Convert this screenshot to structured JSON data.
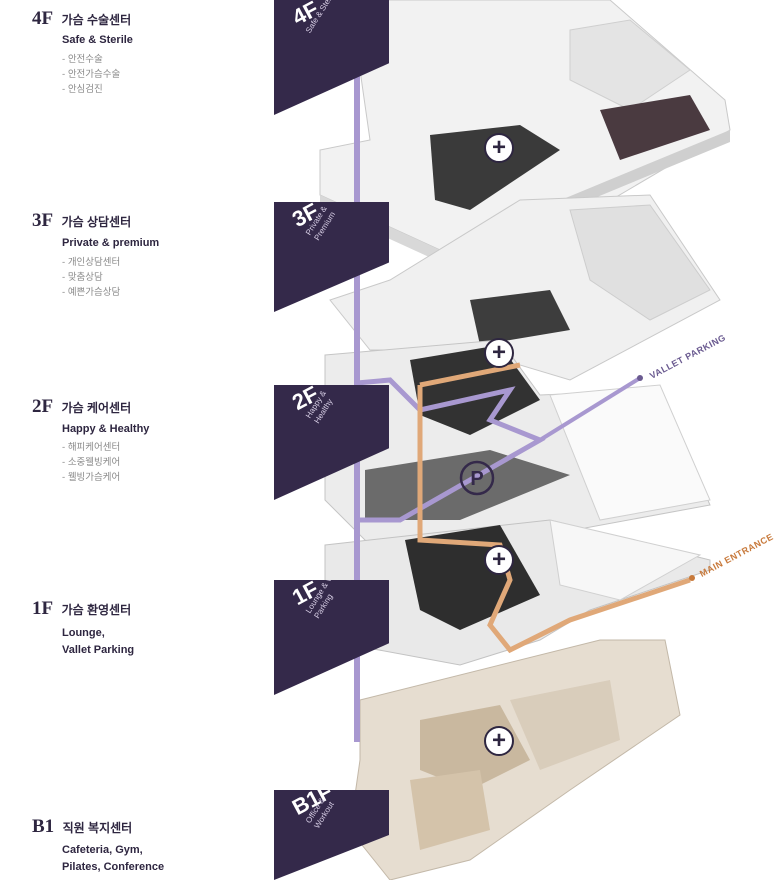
{
  "floors": [
    {
      "code": "4F",
      "name": "가슴 수술센터",
      "subtitle": [
        "Safe & Sterile"
      ],
      "items": [
        "안전수술",
        "안전가슴수술",
        "안심검진"
      ],
      "tag_code": "4F",
      "tag_sub": "Safe & Sterile"
    },
    {
      "code": "3F",
      "name": "가슴 상담센터",
      "subtitle": [
        "Private & premium"
      ],
      "items": [
        "개인상담센터",
        "맞춤상담",
        "예쁜가슴상담"
      ],
      "tag_code": "3F",
      "tag_sub": "Private & Premium"
    },
    {
      "code": "2F",
      "name": "가슴 케어센터",
      "subtitle": [
        "Happy & Healthy"
      ],
      "items": [
        "해피케어센터",
        "소중웰빙케어",
        "웰빙가슴케어"
      ],
      "tag_code": "2F",
      "tag_sub": "Happy & Healthy"
    },
    {
      "code": "1F",
      "name": "가슴 환영센터",
      "subtitle": [
        "Lounge,",
        "Vallet Parking"
      ],
      "items": [],
      "tag_code": "1F",
      "tag_sub": "Lounge & Vallet Parking"
    },
    {
      "code": "B1",
      "name": "직원 복지센터",
      "subtitle": [
        "Cafeteria, Gym,",
        "Pilates, Conference"
      ],
      "items": [],
      "tag_code": "B1F",
      "tag_sub": "Office & Workout"
    }
  ],
  "labels": {
    "vallet_parking": "VALLET PARKING",
    "main_entrance": "MAIN ENTRANCE",
    "parking_symbol": "P",
    "plus_symbol": "+"
  },
  "colors": {
    "brand": "#34294a",
    "route_purple": "#a898d0",
    "route_orange": "#e0a878"
  }
}
